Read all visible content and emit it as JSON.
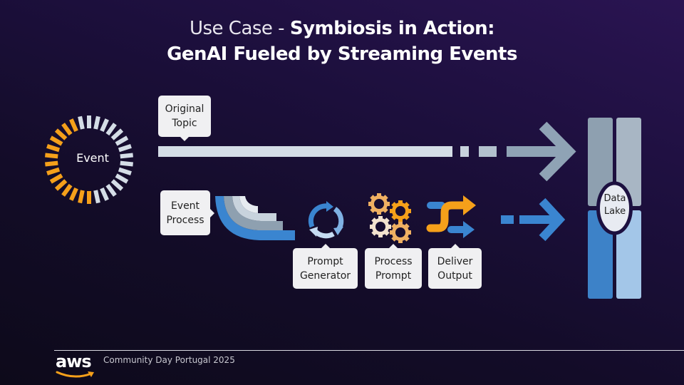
{
  "title": {
    "line1_prefix": "Use Case - ",
    "line1_bold": "Symbiosis in Action:",
    "line2": "GenAI Fueled by Streaming Events"
  },
  "source": {
    "label": "Event",
    "icon": "event-ring-icon",
    "ring_ticks": 30,
    "ring_colors": {
      "active": "#f5a01a",
      "inactive": "#d4dde6"
    }
  },
  "flows": {
    "top": {
      "label": "Original Topic",
      "label_lines": [
        "Original",
        "Topic"
      ],
      "arrow_color": "#8fa3b5",
      "line_color": "#d4dde6"
    },
    "bottom": {
      "label": "Event Process",
      "label_lines": [
        "Event",
        "Process"
      ],
      "arrow_color": "#3a85d0",
      "steps": [
        {
          "name": "Prompt Generator",
          "lines": [
            "Prompt",
            "Generator"
          ],
          "icon": "cycle-arrows-icon"
        },
        {
          "name": "Process Prompt",
          "lines": [
            "Process",
            "Prompt"
          ],
          "icon": "gears-icon"
        },
        {
          "name": "Deliver Output",
          "lines": [
            "Deliver",
            "Output"
          ],
          "icon": "split-arrows-icon"
        }
      ]
    }
  },
  "destination": {
    "label": "Data Lake",
    "label_lines": [
      "Data",
      "Lake"
    ],
    "icon": "data-lake-icon",
    "colors": {
      "top_left": "#8ea0b0",
      "top_right": "#a8b6c4",
      "bottom_left": "#3d82c8",
      "bottom_right": "#a3c6e8"
    }
  },
  "footer": {
    "logo": "aws",
    "text": "Community Day Portugal 2025"
  },
  "colors": {
    "orange": "#f5a01a",
    "blue": "#3a85d0",
    "light_blue": "#a3c6e8",
    "grey_blue": "#8fa3b5",
    "callout_bg": "#f0f0f2"
  }
}
